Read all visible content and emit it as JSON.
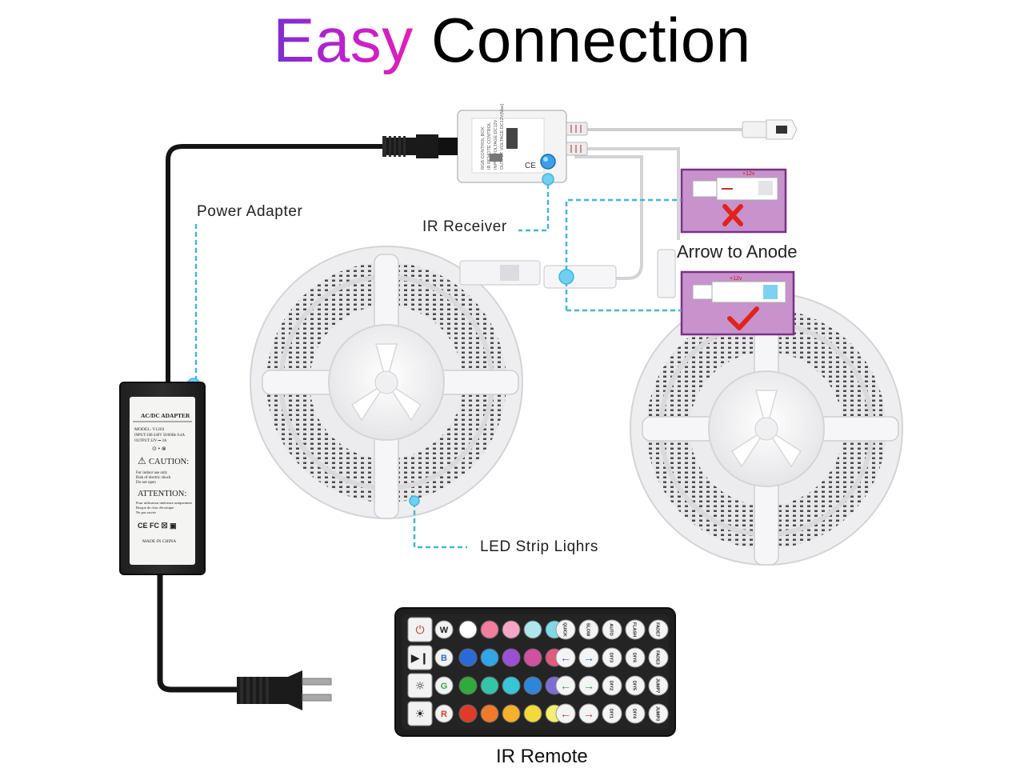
{
  "title": {
    "part1": "Easy",
    "part2": "Connection"
  },
  "labels": {
    "power_adapter": "Power Adapter",
    "ir_receiver": "IR Receiver",
    "arrow_to_anode": "Arrow to Anode",
    "led_strip": "LED Strip Liqhrs",
    "ir_remote": "IR Remote"
  },
  "adapter": {
    "header": "AC/DC ADAPTER",
    "model": "MODEL: V1203",
    "input": "INPUT:100-240V 50/60Hz 0.4A",
    "output": "OUTPUT:12V ⎓ 3A",
    "caution": "CAUTION:",
    "caution_lines": [
      "For indoor use only",
      "Risk of electric shock",
      "Do not open"
    ],
    "attention": "ATTENTION:",
    "attention_lines": [
      "Pour utilisation intérieure uniquement",
      "Risque de choc électrique",
      "Ne pas ouvrir"
    ],
    "certs": "CE FC ☒ ▣",
    "made_in": "MADE IN CHINA"
  },
  "controller": {
    "lines": [
      "RGB CONTROL BOX",
      "IR REMOTE CONTROL",
      "INPUT VOLTAGE:DC12V",
      "OUTPUT VOLTAGE:DC12V(Max)"
    ],
    "ce": "CE"
  },
  "remote": {
    "row_letters": [
      "W",
      "B",
      "G",
      "R"
    ],
    "function_buttons": [
      [
        "QUICK",
        "SLOW",
        "AUTO",
        "FLASH",
        "FADE7"
      ],
      [
        "←",
        "→",
        "DIY3",
        "DIY6",
        "FADE3"
      ],
      [
        "←",
        "→",
        "DIY2",
        "DIY5",
        "JUMP7"
      ],
      [
        "←",
        "→",
        "DIY1",
        "DIY4",
        "JUMP3"
      ]
    ],
    "arrow_colors": [
      "#2a5fb5",
      "#2e9a3e",
      "#d42b2b"
    ],
    "color_grid": [
      [
        "#ffffff",
        "#f27d9c",
        "#f6a6c4",
        "#aee6ee",
        "#7fd9e6"
      ],
      [
        "#2a6ad8",
        "#2fa6e8",
        "#9b4fd6",
        "#d34fa0",
        "#e25a7c"
      ],
      [
        "#2faa3c",
        "#34c4a8",
        "#36c6d8",
        "#2e86d8",
        "#7b6fd6"
      ],
      [
        "#e03a2a",
        "#f07a2a",
        "#f5b12a",
        "#f3d93a",
        "#f5ee70"
      ]
    ]
  },
  "colors": {
    "accent_cyan": "#3fb8e0",
    "callout_purple": "#9c3fa7",
    "callout_bg": "#c890cc",
    "cross_red": "#e0241c",
    "check_red": "#e0241c"
  }
}
